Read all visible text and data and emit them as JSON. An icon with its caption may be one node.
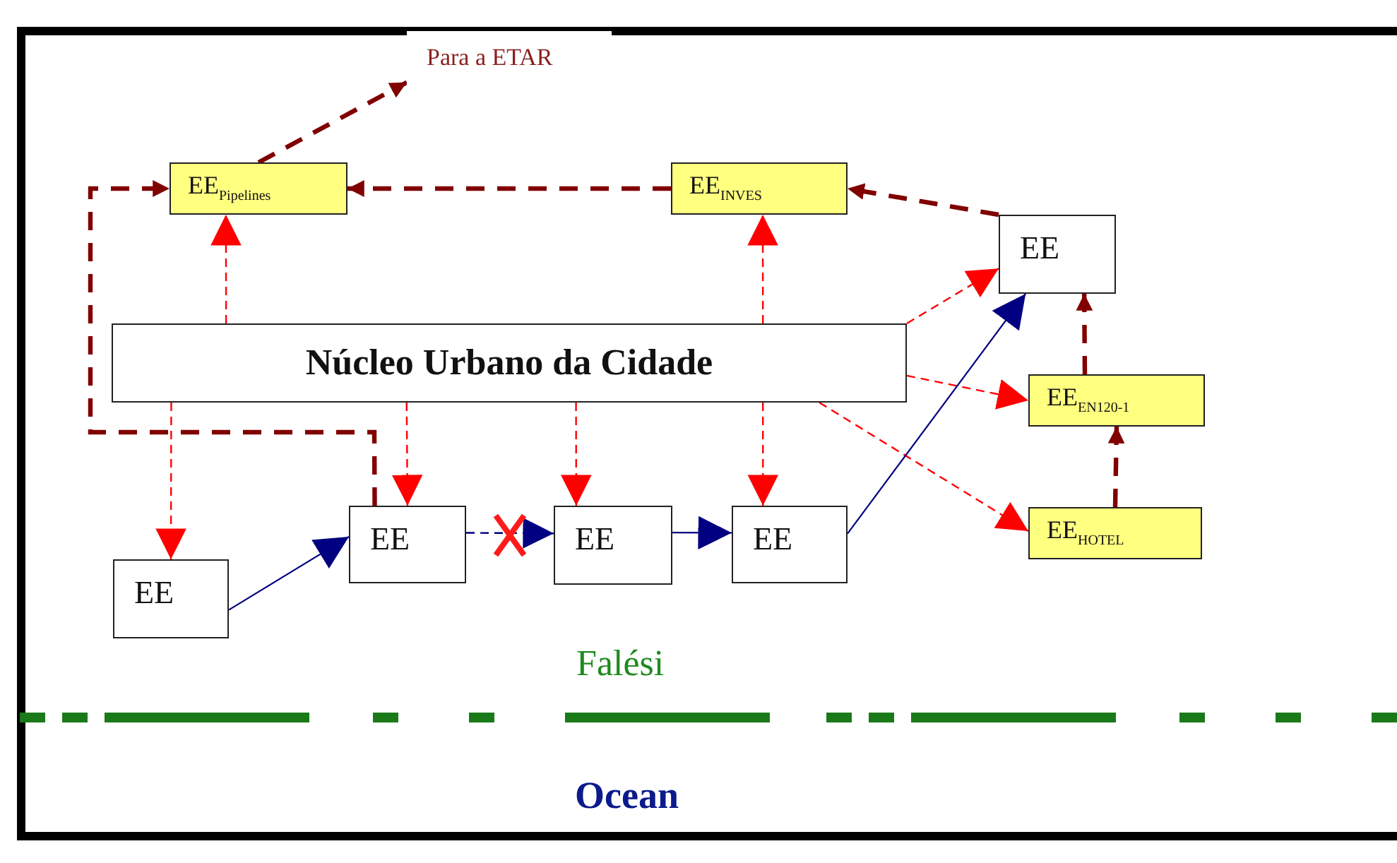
{
  "diagram": {
    "nodes": [
      {
        "text": [
          "Núcleo Urbano da Cidade"
        ]
      },
      {
        "text": [
          "EE"
        ]
      },
      {
        "text": [
          "EE"
        ]
      },
      {
        "text": [
          "EE"
        ]
      },
      {
        "text": [
          "EE"
        ]
      },
      {
        "text": [
          "EE"
        ]
      },
      {
        "text": [
          "EE$_{Pipelines}$"
        ]
      },
      {
        "text": [
          "EE$_{INVES}$"
        ]
      },
      {
        "text": [
          "EE$_{EN120-1}$"
        ]
      },
      {
        "text": [
          "EE$_{HOTEL}$"
        ]
      },
      {
        "text": [
          "Para a ETAR"
        ]
      }
    ],
    "edges": [
      {
        "from": 0,
        "to": 6,
        "arrow": "to",
        "style": "dashed"
      },
      {
        "from": 0,
        "to": 7,
        "arrow": "to",
        "style": "dashed"
      },
      {
        "from": 0,
        "to": 1,
        "arrow": "to",
        "style": "dashed"
      },
      {
        "from": 0,
        "to": 2,
        "arrow": "to",
        "style": "dashed"
      },
      {
        "from": 0,
        "to": 3,
        "arrow": "to",
        "style": "dashed"
      },
      {
        "from": 0,
        "to": 4,
        "arrow": "to",
        "style": "dashed"
      },
      {
        "from": 0,
        "to": 5,
        "arrow": "to",
        "style": "dashed"
      },
      {
        "from": 0,
        "to": 8,
        "arrow": "to",
        "style": "dashed"
      },
      {
        "from": 0,
        "to": 9,
        "arrow": "to",
        "style": "dashed"
      },
      {
        "from": 1,
        "to": 2,
        "arrow": "to",
        "color": "#000080"
      },
      {
        "from": 2,
        "to": 3,
        "arrow": "to",
        "style": "dashed",
        "color": "#000080"
      },
      {
        "from": 3,
        "to": 4,
        "arrow": "to",
        "color": "#000080"
      },
      {
        "from": 4,
        "to": 5,
        "arrow": "to",
        "color": "#000080"
      },
      {
        "from": 2,
        "to": 6,
        "arrow": "to",
        "style": "dashed",
        "color": "#800000"
      },
      {
        "from": 7,
        "to": 6,
        "arrow": "to",
        "style": "dashed",
        "color": "#800000"
      },
      {
        "from": 5,
        "to": 7,
        "arrow": "to",
        "style": "dashed",
        "color": "#800000"
      },
      {
        "from": 9,
        "to": 8,
        "arrow": "to",
        "style": "dashed",
        "color": "#800000"
      },
      {
        "from": 8,
        "to": 5,
        "arrow": "to",
        "style": "dashed",
        "color": "#800000"
      },
      {
        "from": 6,
        "to": 10,
        "arrow": "to",
        "style": "dashed",
        "color": "#800000"
      }
    ],
    "labels": [
      "Falési",
      "Ocean"
    ]
  }
}
